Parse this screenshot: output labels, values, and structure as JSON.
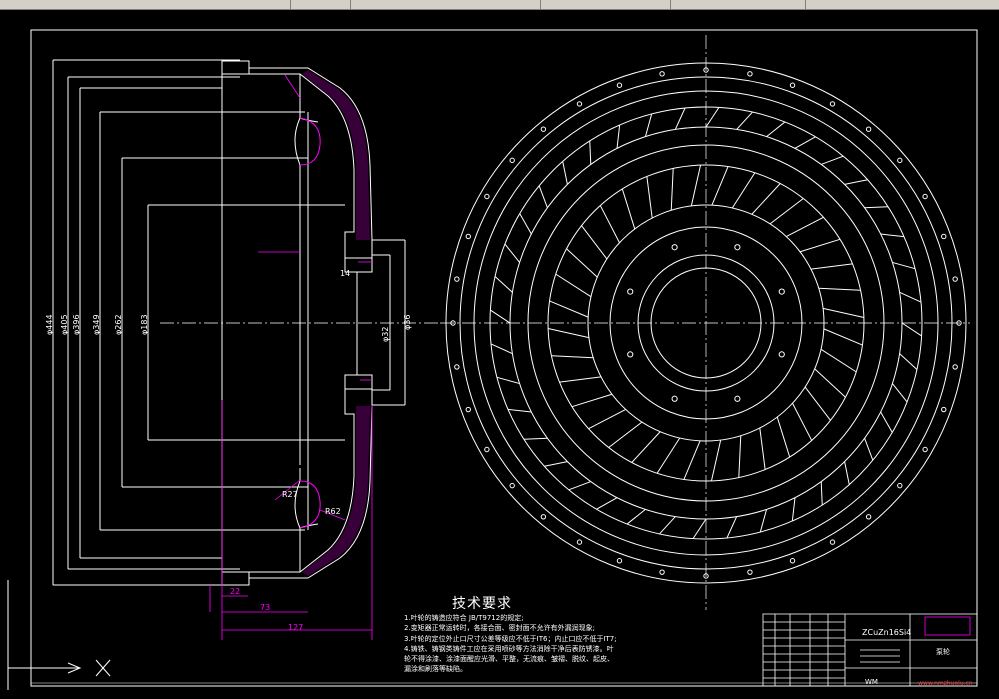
{
  "drawing": {
    "dimensions_left": [
      "φ444",
      "φ405",
      "φ396",
      "φ349",
      "φ262",
      "φ183"
    ],
    "dimensions_hub": [
      "φ32",
      "φ36"
    ],
    "dimensions_bottom": [
      "22",
      "73",
      "127"
    ],
    "radii": [
      "R27",
      "R62"
    ],
    "small_marks": [
      "14"
    ]
  },
  "tech_requirements": {
    "title": "技术要求",
    "items": [
      "1.叶轮的铸造应符合 JB/T9712的规定;",
      "2.变矩器正常运转时，各接合面、密封面不允许有外漏润现象;",
      "3.叶轮的定位外止口尺寸公差等级应不低于IT6；内止口应不低于IT7;",
      "4.铸铁、铸钢类铸件工应在采用喷砂等方法消除干净后表防锈漆。叶",
      "轮不得涂漆、涂漆面醒应光滑、平整，无流痕、皱褶、脱纹、起皮、",
      "漏涂和刷落等缺陷。"
    ]
  },
  "title_block": {
    "material": "ZCuZn16Si4",
    "part_name": "泵轮",
    "company": "",
    "bottom_left": "WM",
    "bottom_right": "www.nmzhuolu.cn"
  },
  "colors": {
    "background": "#000000",
    "lines": "#ffffff",
    "dimension": "#ff00ff",
    "hatch": "#ff00ff",
    "accent_red": "#ff3333"
  }
}
